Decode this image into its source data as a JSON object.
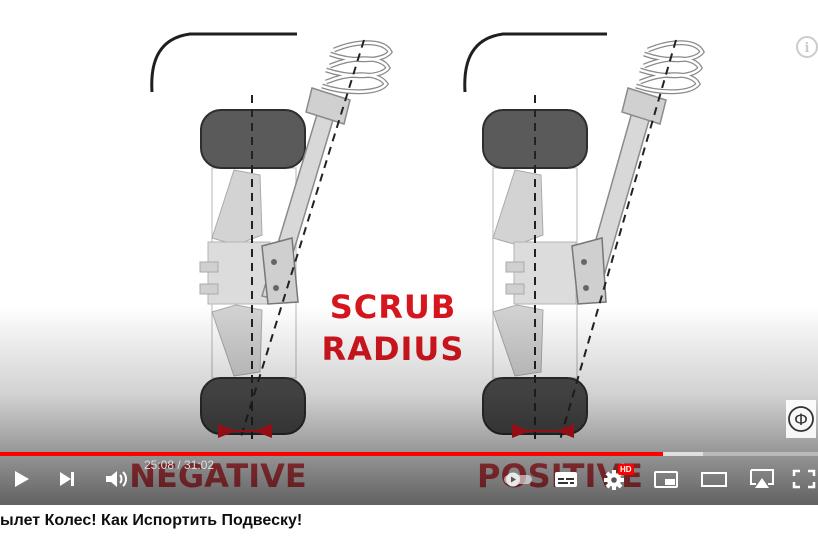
{
  "video": {
    "label_center_1": "SCRUB",
    "label_center_2": "RADIUS",
    "label_left": "NEGATIVE",
    "label_right": "POSITIVE",
    "label_color": "#d7161f",
    "info_glyph": "i",
    "channel_logo_text": "Ф"
  },
  "player": {
    "time_current": "25:08",
    "time_separator": " / ",
    "time_total": "31:02",
    "progress": 0.81,
    "buffered": 0.86,
    "hd_badge": "HD",
    "accent": "#ff0000",
    "icons": [
      "play-icon",
      "next-icon",
      "volume-icon",
      "autoplay-toggle-icon",
      "subtitles-icon",
      "settings-icon",
      "miniplayer-icon",
      "theater-mode-icon",
      "cast-icon",
      "fullscreen-icon"
    ]
  },
  "page": {
    "video_title": "ылет Колес! Как Испортить Подвеску!"
  }
}
